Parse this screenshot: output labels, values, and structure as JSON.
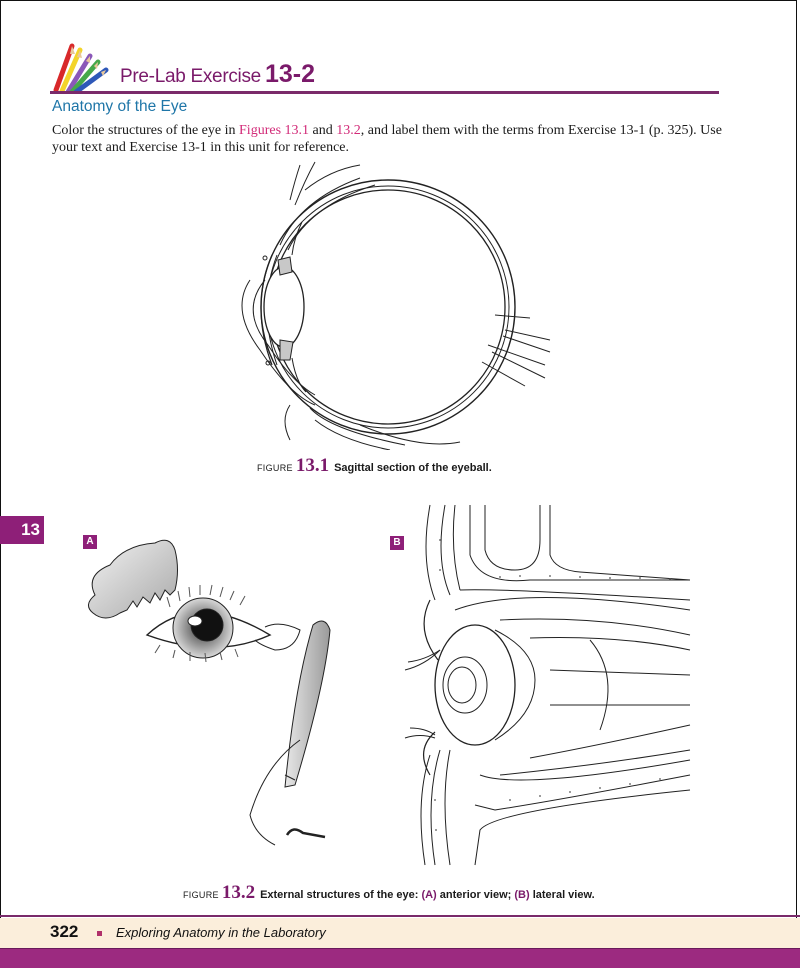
{
  "header": {
    "exercise_label": "Pre-Lab Exercise",
    "exercise_number": "13-2",
    "subtitle": "Anatomy of the Eye",
    "accent_color": "#7a1a6a",
    "subtitle_color": "#1f76a8"
  },
  "instructions": {
    "part1": "Color the structures of the eye in ",
    "ref1": "Figures 13.1",
    "part2": " and ",
    "ref2": "13.2",
    "part3": ", and label them with the terms from Exercise 13-1 (p. 325). Use your text and Exercise 13-1 in this unit for reference.",
    "ref_color": "#d22a78"
  },
  "figure_13_1": {
    "word": "FIGURE",
    "number": "13.1",
    "description": "Sagittal section of the eyeball.",
    "illustration": "sagittal-eyeball-line-drawing"
  },
  "chapter_tab": {
    "label": "13"
  },
  "figure_13_2": {
    "word": "FIGURE",
    "number": "13.2",
    "description_start": "External structures of the eye: ",
    "panel_a_label": "(A)",
    "panel_a_text": " anterior view; ",
    "panel_b_label": "(B)",
    "panel_b_text": " lateral view.",
    "panels": [
      {
        "badge": "A",
        "illustration": "anterior-view-lacrimal-apparatus"
      },
      {
        "badge": "B",
        "illustration": "lateral-view-eye-in-orbit"
      }
    ]
  },
  "footer": {
    "page_number": "322",
    "book_title": "Exploring Anatomy in the Laboratory",
    "bar_color": "#9c2a80",
    "band_color": "#fbeedb"
  }
}
